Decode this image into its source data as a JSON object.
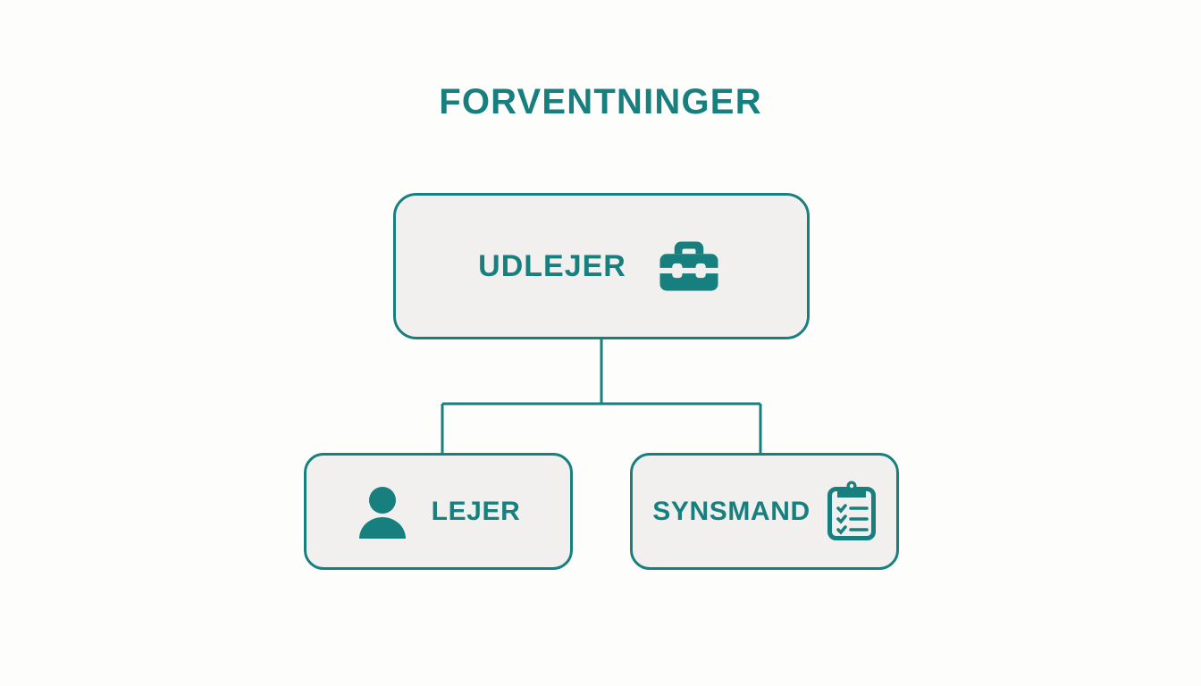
{
  "diagram": {
    "title": "FORVENTNINGER",
    "type": "org-chart-tree",
    "colors": {
      "accent": "#17807e",
      "node_fill": "#f1f0ee",
      "background": "#fdfdfc",
      "icon": "#17807e"
    },
    "root": {
      "label": "UDLEJER",
      "icon": "briefcase-icon",
      "icon_position": "right"
    },
    "children": [
      {
        "label": "LEJER",
        "icon": "person-icon",
        "icon_position": "left"
      },
      {
        "label": "SYNSMAND",
        "icon": "clipboard-checklist-icon",
        "icon_position": "right"
      }
    ]
  }
}
